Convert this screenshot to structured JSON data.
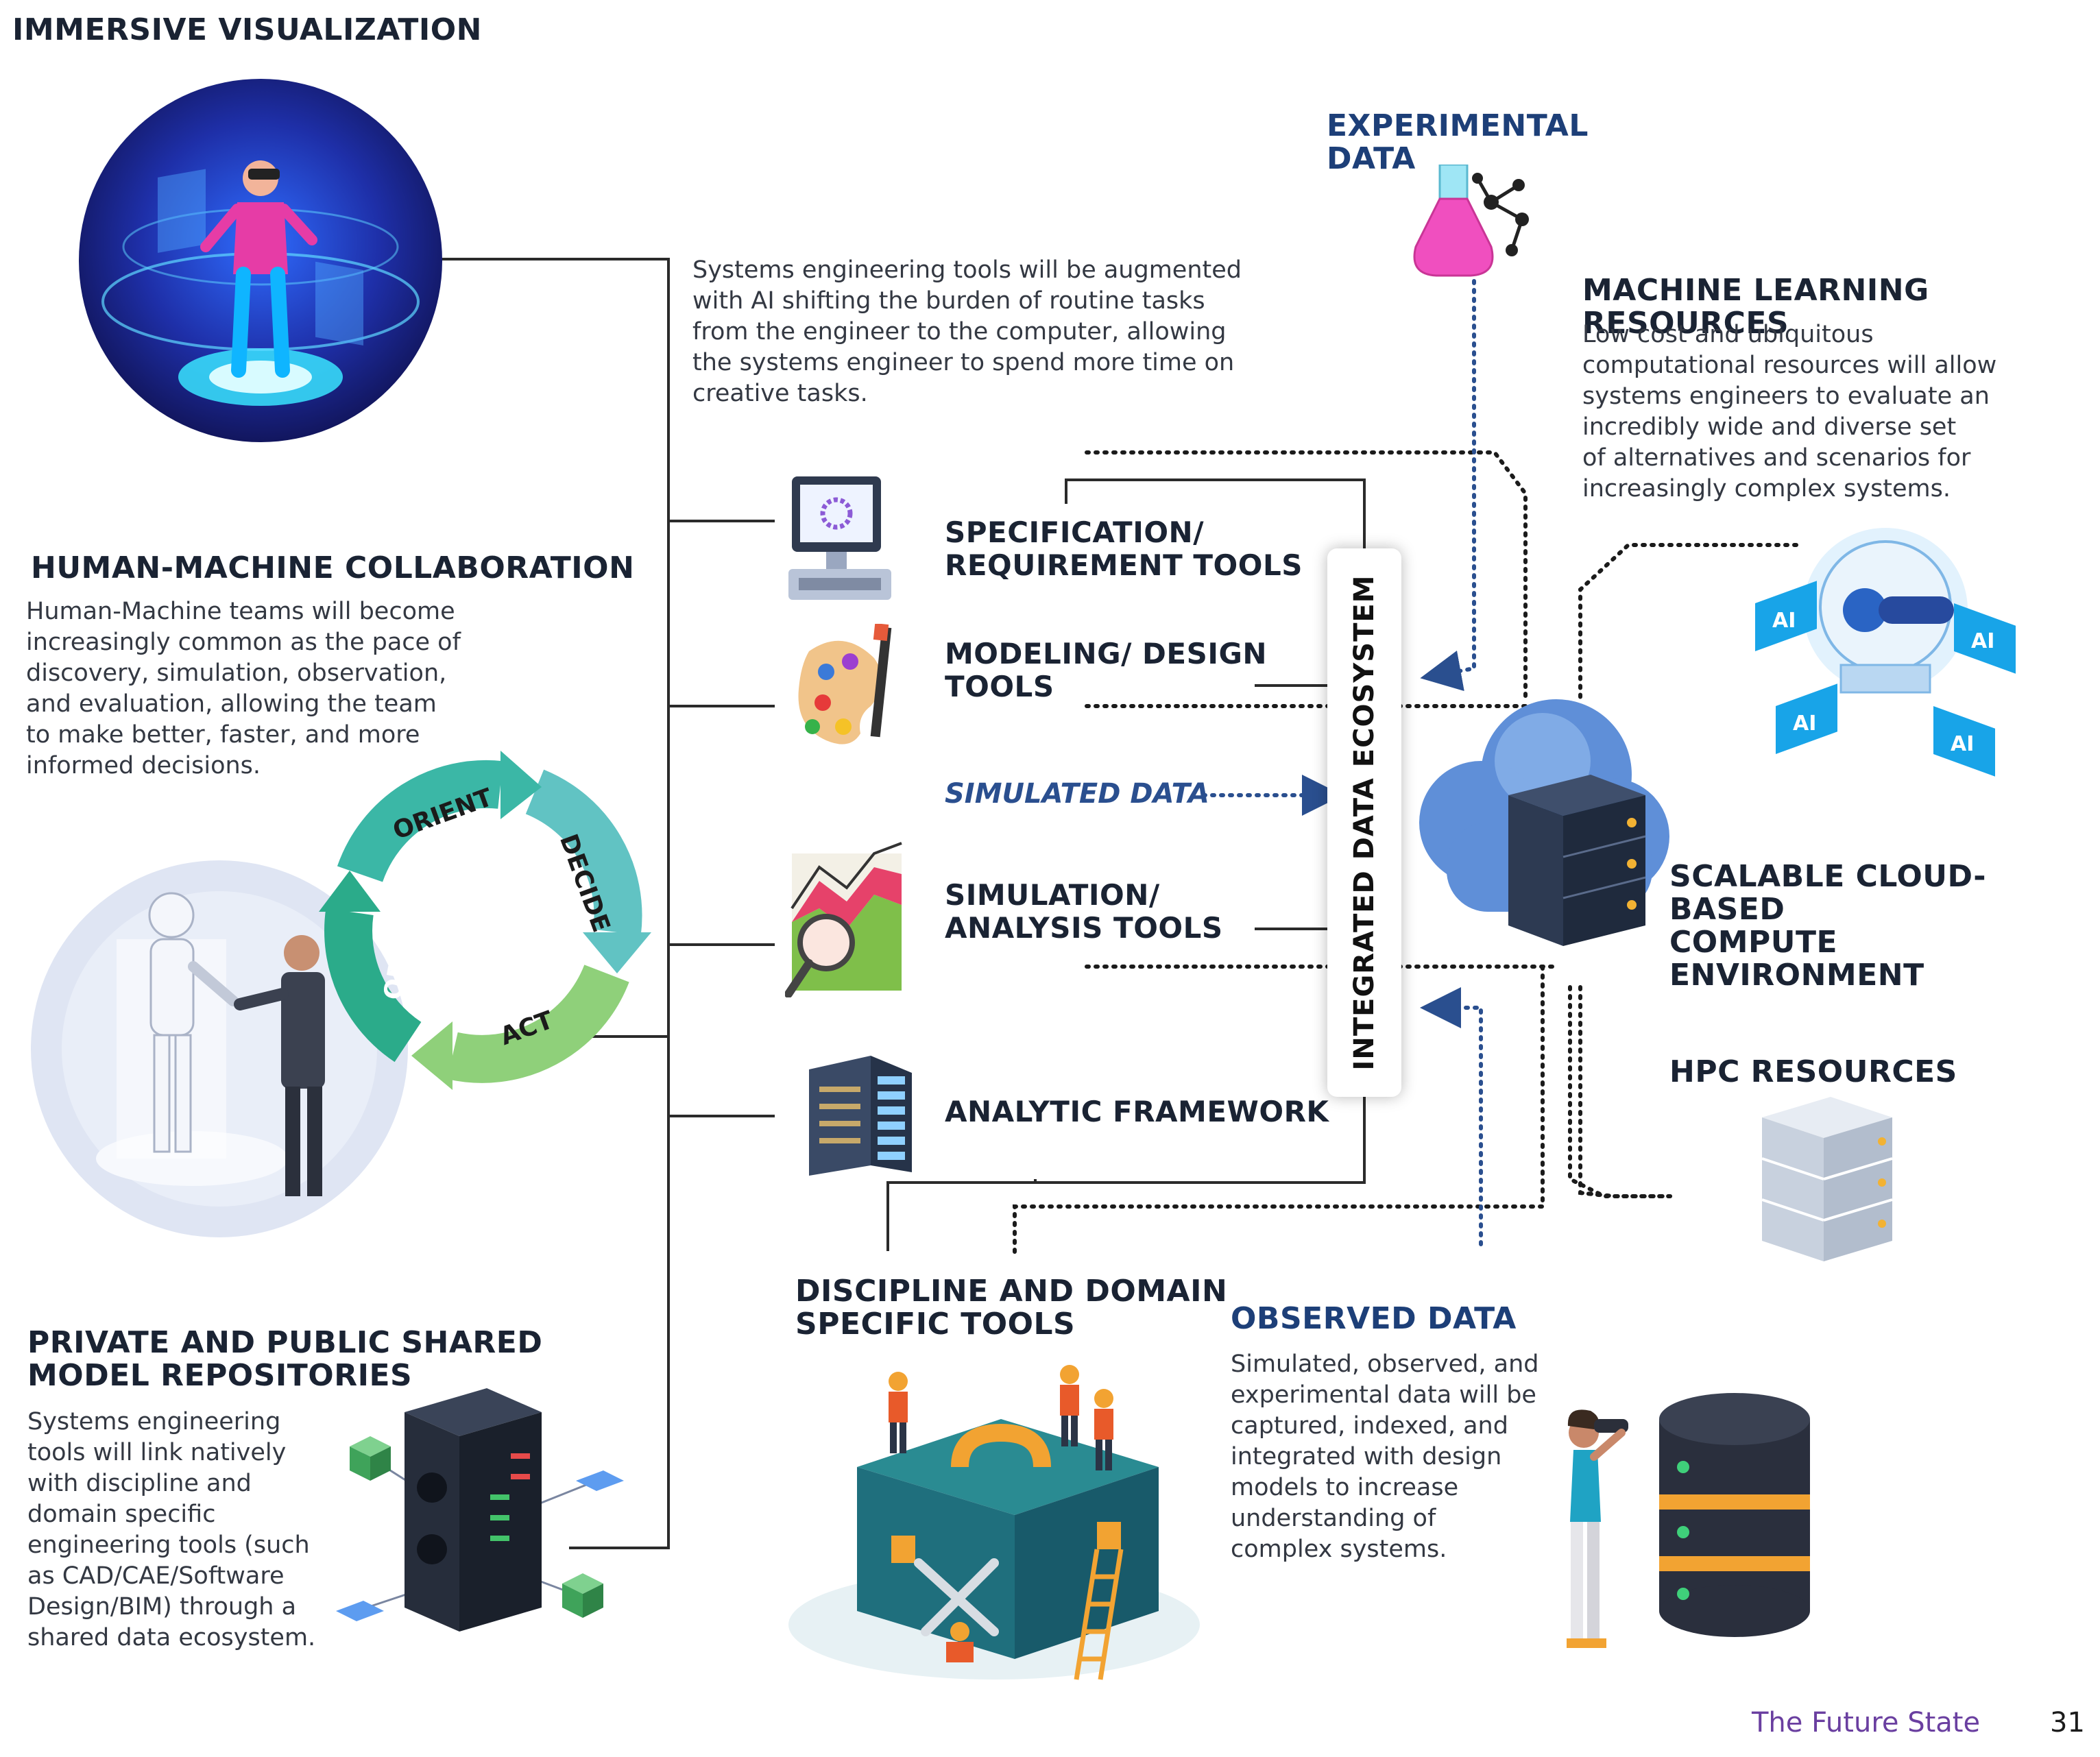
{
  "immersive": {
    "title": "IMMERSIVE VISUALIZATION"
  },
  "experimental": {
    "title": "EXPERIMENTAL\nDATA"
  },
  "intro_text": "Systems engineering tools will be augmented\nwith AI shifting the burden of routine tasks\nfrom the engineer to the computer, allowing\nthe systems engineer to spend more time on\ncreative tasks.",
  "ml": {
    "title": "MACHINE LEARNING RESOURCES",
    "body": "Low cost and ubiquitous\ncomputational resources will allow\nsystems engineers to evaluate an\nincredibly wide and diverse set\nof alternatives and scenarios for\nincreasingly complex systems.",
    "chip_label": "AI"
  },
  "hmc": {
    "title": "HUMAN-MACHINE COLLABORATION",
    "body": "Human-Machine teams will become\nincreasingly common as the pace of\ndiscovery, simulation, observation,\nand evaluation, allowing the team\nto make better, faster, and more\ninformed decisions."
  },
  "ooda": {
    "orient": "ORIENT",
    "decide": "DECIDE",
    "act": "ACT",
    "observe": "OBSERVE"
  },
  "tools": {
    "spec": "SPECIFICATION/\nREQUIREMENT TOOLS",
    "modeling": "MODELING/ DESIGN\nTOOLS",
    "simulated": "SIMULATED DATA",
    "simulation": "SIMULATION/\nANALYSIS TOOLS",
    "analytic": "ANALYTIC FRAMEWORK"
  },
  "ecosystem": "INTEGRATED DATA ECOSYSTEM",
  "cloud": {
    "title": "SCALABLE CLOUD-BASED\nCOMPUTE ENVIRONMENT"
  },
  "hpc": {
    "title": "HPC RESOURCES"
  },
  "repos": {
    "title": "PRIVATE AND PUBLIC SHARED\nMODEL REPOSITORIES",
    "body": "Systems engineering\ntools will link natively\nwith discipline and\ndomain specific\nengineering tools (such\nas CAD/CAE/Software\nDesign/BIM) through a\nshared data ecosystem."
  },
  "discipline": {
    "title": "DISCIPLINE AND DOMAIN\nSPECIFIC TOOLS"
  },
  "observed": {
    "title": "OBSERVED DATA",
    "body": "Simulated, observed, and\nexperimental data will be\ncaptured, indexed, and\nintegrated with design\nmodels to increase\nunderstanding of\ncomplex systems."
  },
  "footer": {
    "title": "The Future State",
    "page": "31"
  },
  "colors": {
    "dark_text": "#1a2333",
    "blue_heading": "#1d3f78",
    "wire": "#2b2b2b",
    "dotted_blue": "#2a4f8f",
    "ooda_teal": "#3bb7a6",
    "ooda_green": "#8fd07a",
    "footer_purple": "#6a3fa0"
  }
}
